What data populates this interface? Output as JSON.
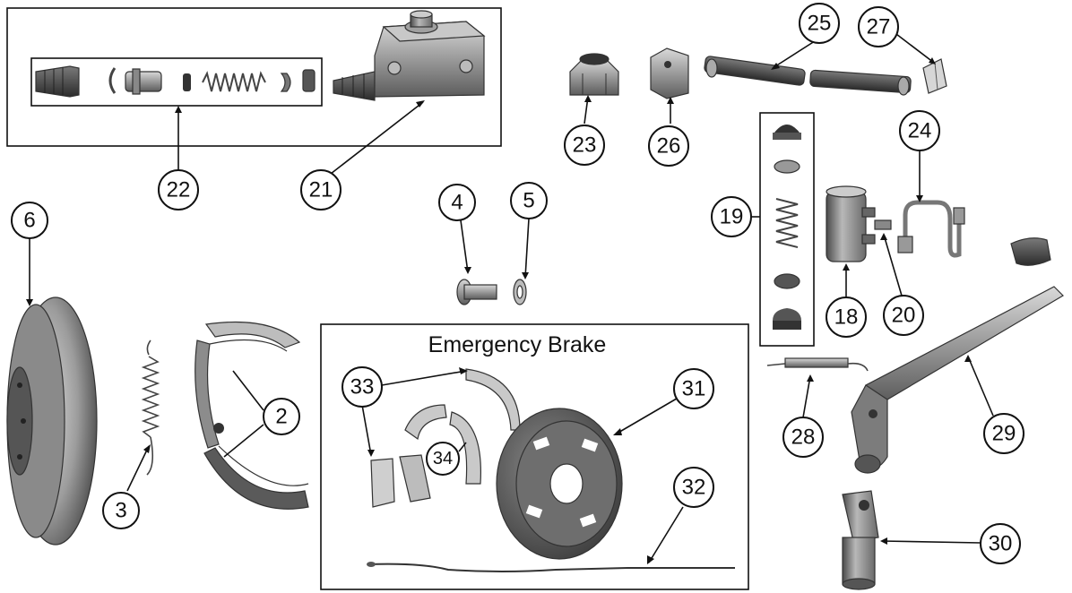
{
  "diagram": {
    "emergency_title": "Emergency Brake",
    "callouts": {
      "c2": "2",
      "c3": "3",
      "c4": "4",
      "c5": "5",
      "c6": "6",
      "c18": "18",
      "c19": "19",
      "c20": "20",
      "c21": "21",
      "c22": "22",
      "c23": "23",
      "c24": "24",
      "c25": "25",
      "c26": "26",
      "c27": "27",
      "c28": "28",
      "c29": "29",
      "c30": "30",
      "c31": "31",
      "c32": "32",
      "c33": "33",
      "c34": "34"
    }
  }
}
